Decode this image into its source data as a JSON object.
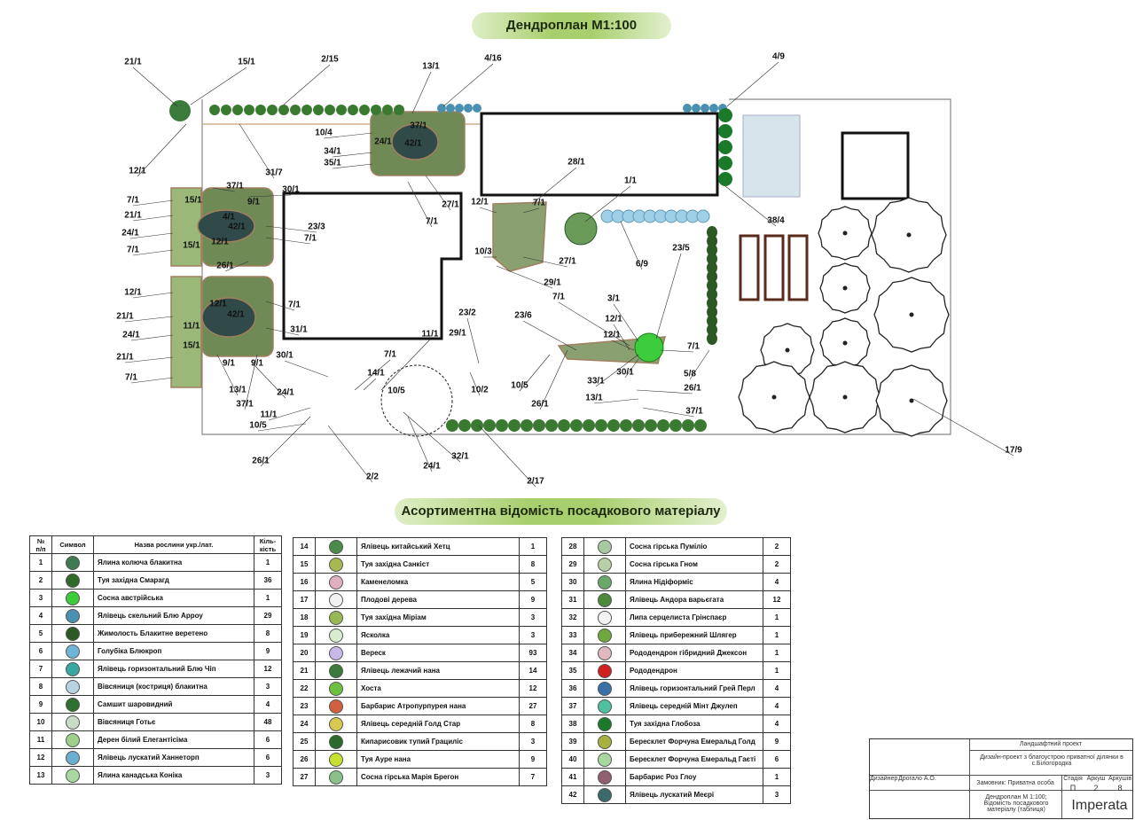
{
  "titles": {
    "plan": "Дендроплан М1:100",
    "table": "Асортиментна відомість посадкового матеріалу"
  },
  "table_headers": {
    "num": "№ п/п",
    "symbol": "Символ",
    "name": "Назва рослини укр./лат.",
    "qty": "Кіль-кість"
  },
  "plants": [
    {
      "n": "1",
      "name": "Ялина колюча блакитна",
      "qty": "1",
      "color": "#3f7a52"
    },
    {
      "n": "2",
      "name": "Туя західна Смарагд",
      "qty": "36",
      "color": "#2f6a28"
    },
    {
      "n": "3",
      "name": "Сосна австрійська",
      "qty": "1",
      "color": "#3ccc3c"
    },
    {
      "n": "4",
      "name": "Ялівець скельний Блю Арроу",
      "qty": "29",
      "color": "#4a90b0"
    },
    {
      "n": "5",
      "name": "Жимолость Блакитне веретено",
      "qty": "8",
      "color": "#2d5a24"
    },
    {
      "n": "6",
      "name": "Голубіка Блюкроп",
      "qty": "9",
      "color": "#6fb5d8"
    },
    {
      "n": "7",
      "name": "Ялівець горизонтальний Блю Чіп",
      "qty": "12",
      "color": "#3aa8a0"
    },
    {
      "n": "8",
      "name": "Вівсяниця (костриця) блакитна",
      "qty": "3",
      "color": "#b8d4e0"
    },
    {
      "n": "9",
      "name": "Самшит шаровидний",
      "qty": "4",
      "color": "#2f6f2f"
    },
    {
      "n": "10",
      "name": "Вівсяниця Готьє",
      "qty": "48",
      "color": "#c8dcc8"
    },
    {
      "n": "11",
      "name": "Дерен білий Елегантісіма",
      "qty": "6",
      "color": "#9fcf8a"
    },
    {
      "n": "12",
      "name": "Ялівець лускатий Ханнеторп",
      "qty": "6",
      "color": "#6aaed0"
    },
    {
      "n": "13",
      "name": "Ялина канадська Коніка",
      "qty": "3",
      "color": "#a8d8a0"
    },
    {
      "n": "14",
      "name": "Ялівець китайський Хетц",
      "qty": "1",
      "color": "#4a8a4a"
    },
    {
      "n": "15",
      "name": "Туя західна Санкіст",
      "qty": "8",
      "color": "#a8b850"
    },
    {
      "n": "16",
      "name": "Каменеломка",
      "qty": "5",
      "color": "#e0b0c0"
    },
    {
      "n": "17",
      "name": "Плодові дерева",
      "qty": "9",
      "color": "#f2f2f2"
    },
    {
      "n": "18",
      "name": "Туя західна Міріам",
      "qty": "3",
      "color": "#98b858"
    },
    {
      "n": "19",
      "name": "Ясколка",
      "qty": "3",
      "color": "#d8ecd0"
    },
    {
      "n": "20",
      "name": "Вереск",
      "qty": "93",
      "color": "#c8b8e8"
    },
    {
      "n": "21",
      "name": "Ялівець лежачий нана",
      "qty": "14",
      "color": "#3a7a3a"
    },
    {
      "n": "22",
      "name": "Хоста",
      "qty": "12",
      "color": "#6cc040"
    },
    {
      "n": "23",
      "name": "Барбарис Атропурпурея нана",
      "qty": "27",
      "color": "#d06040"
    },
    {
      "n": "24",
      "name": "Ялівець середній Голд Стар",
      "qty": "8",
      "color": "#d8c850"
    },
    {
      "n": "25",
      "name": "Кипарисовик тупий Грациліс",
      "qty": "3",
      "color": "#2a6a2a"
    },
    {
      "n": "26",
      "name": "Туя Ауре нана",
      "qty": "9",
      "color": "#c8e030"
    },
    {
      "n": "27",
      "name": "Сосна гірська Марія Брегон",
      "qty": "7",
      "color": "#8ac08a"
    },
    {
      "n": "28",
      "name": "Сосна гірська Пуміліо",
      "qty": "2",
      "color": "#a8c8a0"
    },
    {
      "n": "29",
      "name": "Сосна гірська Гном",
      "qty": "2",
      "color": "#b8d0a8"
    },
    {
      "n": "30",
      "name": "Ялина Нідіформіс",
      "qty": "4",
      "color": "#6aa86a"
    },
    {
      "n": "31",
      "name": "Ялівець Андора варьєгата",
      "qty": "12",
      "color": "#4a8a3a"
    },
    {
      "n": "32",
      "name": "Липа серцелиста Грінспаєр",
      "qty": "1",
      "color": "#f4f4f4"
    },
    {
      "n": "33",
      "name": "Ялівець прибережний Шлягер",
      "qty": "1",
      "color": "#70a840"
    },
    {
      "n": "34",
      "name": "Рододендрон гібридний Джексон",
      "qty": "1",
      "color": "#e0b8c0"
    },
    {
      "n": "35",
      "name": "Рододендрон",
      "qty": "1",
      "color": "#d02020"
    },
    {
      "n": "36",
      "name": "Ялівець горизонтальний Грей Перл",
      "qty": "4",
      "color": "#3a70a8"
    },
    {
      "n": "37",
      "name": "Ялівець середній Мінт Джулеп",
      "qty": "4",
      "color": "#50c0a0"
    },
    {
      "n": "38",
      "name": "Туя західна Глобоза",
      "qty": "4",
      "color": "#1a7a2a"
    },
    {
      "n": "39",
      "name": "Бересклет Форчуна Емеральд Голд",
      "qty": "9",
      "color": "#a8b040"
    },
    {
      "n": "40",
      "name": "Бересклет Форчуна Емеральд Гаєті",
      "qty": "6",
      "color": "#a8d8a0"
    },
    {
      "n": "41",
      "name": "Барбарис Роз Глоу",
      "qty": "1",
      "color": "#906070"
    },
    {
      "n": "42",
      "name": "Ялівець лускатий Меєрі",
      "qty": "3",
      "color": "#3a6a6a"
    }
  ],
  "plan": {
    "labels": [
      "21/1",
      "15/1",
      "2/15",
      "13/1",
      "4/16",
      "4/9",
      "12/1",
      "31/7",
      "10/4",
      "34/1",
      "35/1",
      "24/1",
      "42/1",
      "37/1",
      "7/1",
      "37/1",
      "30/1",
      "28/1",
      "1/1",
      "21/1",
      "24/1",
      "7/1",
      "23/3",
      "7/1",
      "27/1",
      "7/1",
      "12/1",
      "7/1",
      "38/4",
      "26/1",
      "10/3",
      "27/1",
      "6/9",
      "23/5",
      "12/1",
      "7/1",
      "29/1",
      "21/1",
      "23/2",
      "23/6",
      "7/1",
      "3/1",
      "12/1",
      "24/1",
      "31/1",
      "11/1",
      "29/1",
      "12/1",
      "7/1",
      "21/1",
      "30/1",
      "7/1",
      "9/1",
      "9/1",
      "33/1",
      "30/1",
      "5/8",
      "7/1",
      "14/1",
      "10/5",
      "13/1",
      "24/1",
      "10/2",
      "10/5",
      "26/1",
      "37/1",
      "26/1",
      "13/1",
      "37/1",
      "11/1",
      "10/5",
      "26/1",
      "2/2",
      "24/1",
      "32/1",
      "2/17",
      "17/9",
      "15/1",
      "42/1",
      "15/1",
      "42/1",
      "11/1",
      "15/1",
      "9/1",
      "4/1",
      "12/1",
      "12/1"
    ]
  },
  "stamp": {
    "project": "Ландшафтний проект",
    "title": "Дизайн-проект з благоустрою приватної ділянки в с.Білогородка",
    "designer_role": "Дизайнер",
    "designer": "Дрогало А.О.",
    "client": "Замовник: Приватна особа",
    "stage_h": "Стадія",
    "sheet_h": "Аркуш",
    "sheets_h": "Аркушів",
    "stage": "П",
    "sheet": "2",
    "sheets": "8",
    "sheet_name": "Дендроплан М 1:100; Відомість посадкового матеріалу (таблиця)",
    "logo": "Imperata"
  }
}
